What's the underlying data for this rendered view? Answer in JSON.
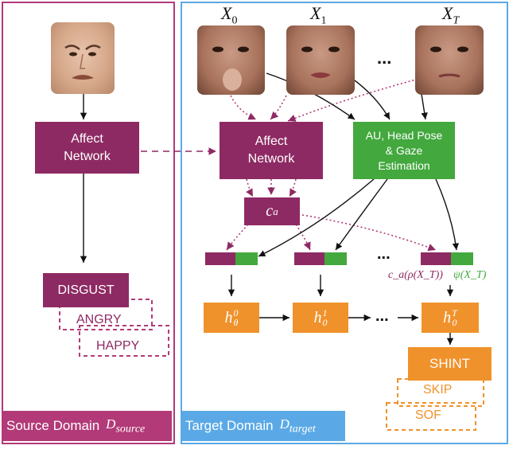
{
  "colors": {
    "source_border": "#b23a78",
    "target_border": "#5aa9e6",
    "affect": "#8e2a63",
    "estimation": "#43a83e",
    "orange": "#f0922b",
    "dotted_affect": "#b23a78"
  },
  "frames": {
    "x0": "X",
    "x0_sub": "0",
    "x1": "X",
    "x1_sub": "1",
    "xt": "X",
    "xt_sub": "T",
    "ellipsis": "..."
  },
  "source": {
    "affect_network": "Affect\nNetwork",
    "labels": [
      "DISGUST",
      "ANGRY",
      "HAPPY"
    ],
    "domain_label": "Source Domain",
    "domain_symbol": "D",
    "domain_sub": "source"
  },
  "target": {
    "affect_network": "Affect\nNetwork",
    "estimation": "AU, Head Pose\n& Gaze\nEstimation",
    "ca": "c",
    "ca_sub": "a",
    "feature_ellipsis": "...",
    "ca_formula": "c_a(ρ(X_T))",
    "psi_formula": "ψ(X_T)",
    "hidden": [
      {
        "h": "h",
        "sub": "θ",
        "sup": "0"
      },
      {
        "h": "h",
        "sub": "0",
        "sup": "1"
      },
      {
        "h": "h",
        "sub": "0",
        "sup": "T"
      }
    ],
    "hidden_ellipsis": "...",
    "outputs": [
      "SHINT",
      "SKIP",
      "SOF"
    ],
    "domain_label": "Target Domain",
    "domain_symbol": "D",
    "domain_sub": "target"
  }
}
